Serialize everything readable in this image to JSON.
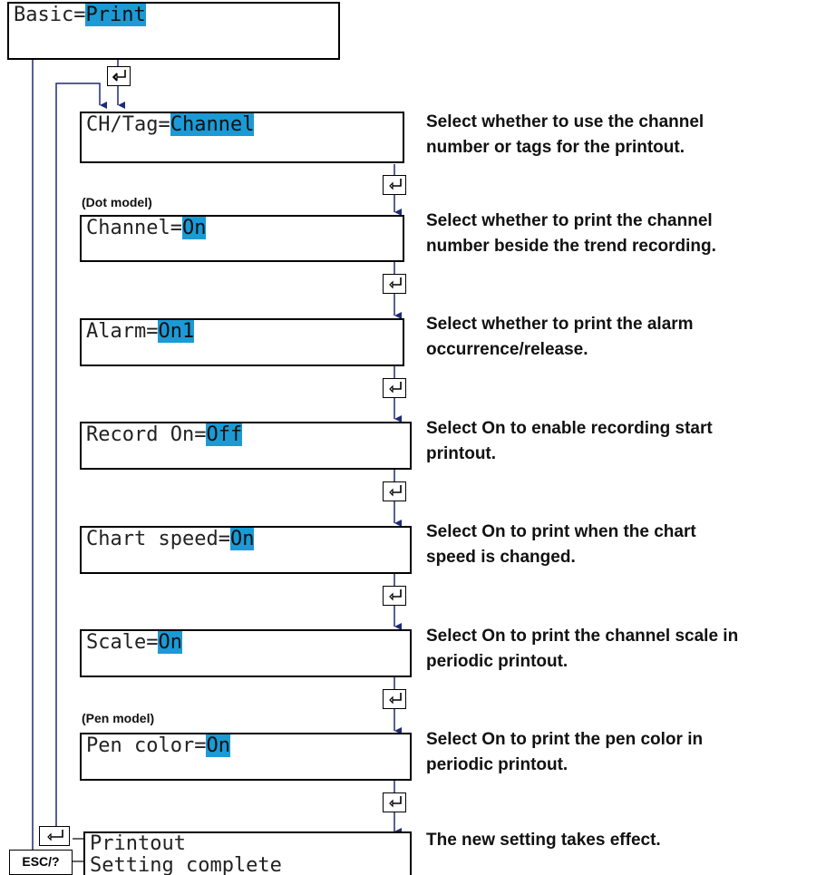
{
  "top_menu": {
    "label": "Basic=",
    "value": "Print"
  },
  "steps": [
    {
      "label": "CH/Tag=",
      "value": "Channel",
      "description": [
        "Select whether to use the channel",
        "number or tags for the printout."
      ]
    },
    {
      "label": "Channel=",
      "value": "On",
      "model_note": "(Dot model)",
      "description": [
        "Select whether to print the channel",
        "number  beside the trend recording."
      ]
    },
    {
      "label": "Alarm=",
      "value": "On1",
      "description": [
        "Select whether to print the alarm",
        "occurrence/release."
      ]
    },
    {
      "label": "Record On=",
      "value": "Off",
      "description": [
        "Select On to enable recording start",
        "printout."
      ]
    },
    {
      "label": "Chart speed=",
      "value": "On",
      "description": [
        "Select On to print when the chart",
        "speed is changed."
      ]
    },
    {
      "label": "Scale=",
      "value": "On",
      "description": [
        "Select On to print the channel scale in",
        "periodic printout."
      ]
    },
    {
      "label": "Pen color=",
      "value": "On",
      "model_note": "(Pen model)",
      "description": [
        "Select On to print the pen color in",
        "periodic printout."
      ]
    }
  ],
  "final_screen": {
    "line1": "Printout",
    "line2": "Setting complete",
    "description": "The new setting takes effect."
  },
  "keys": {
    "enter_icon": "enter-key-icon",
    "esc_label": "ESC/?"
  },
  "colors": {
    "highlight": "#1b9ad6",
    "arrow": "#1f2a7a"
  }
}
